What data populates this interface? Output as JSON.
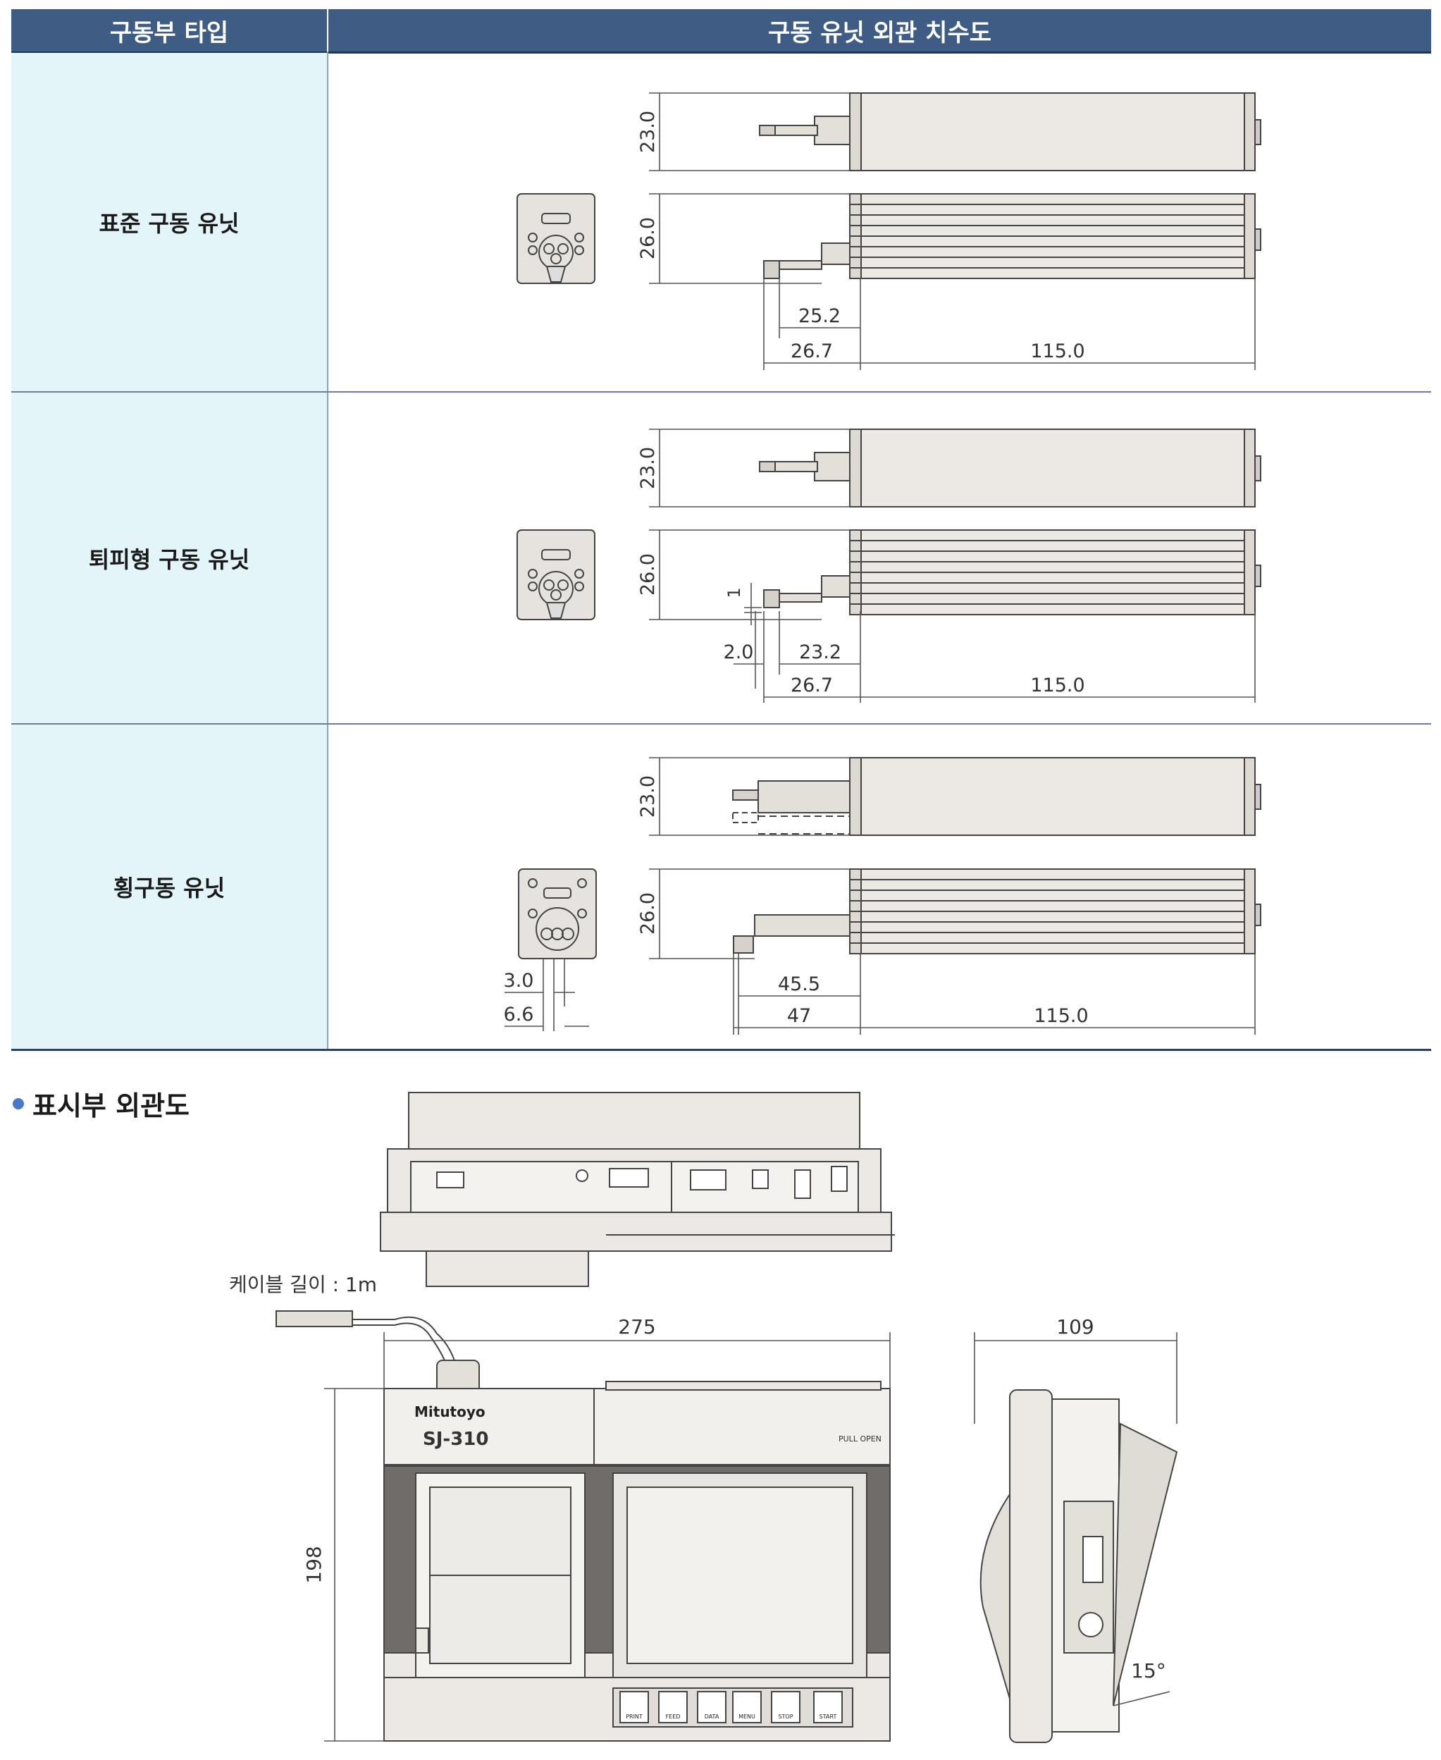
{
  "table": {
    "header_type": "구동부 타입",
    "header_dim": "구동 유닛 외관 치수도",
    "rows": [
      {
        "label": "표준 구동 유닛",
        "dims": {
          "h_top": "23.0",
          "h_bottom": "26.0",
          "d1": "25.2",
          "d2": "26.7",
          "d3": "115.0"
        }
      },
      {
        "label": "퇴피형 구동 유닛",
        "dims": {
          "h_top": "23.0",
          "h_bottom": "26.0",
          "small": "1",
          "d0": "2.0",
          "d1": "23.2",
          "d2": "26.7",
          "d3": "115.0"
        }
      },
      {
        "label": "횡구동 유닛",
        "dims": {
          "h_top": "23.0",
          "h_bottom": "26.0",
          "w1": "3.0",
          "w2": "6.6",
          "d1": "45.5",
          "d2": "47",
          "d3": "115.0"
        }
      }
    ]
  },
  "display": {
    "section_title": "표시부 외관도",
    "cable_label": "케이블 길이 : 1m",
    "width": "275",
    "height": "198",
    "depth": "109",
    "angle": "15°",
    "brand": "Mitutoyo",
    "model": "SJ-310",
    "pull_open": "PULL OPEN",
    "buttons": [
      "PRINT",
      "FEED",
      "DATA",
      "MENU",
      "STOP",
      "START"
    ]
  },
  "colors": {
    "header_bg": "#3f5c84",
    "type_cell_bg": "#e4f5fa",
    "bullet": "#4a78c8"
  }
}
